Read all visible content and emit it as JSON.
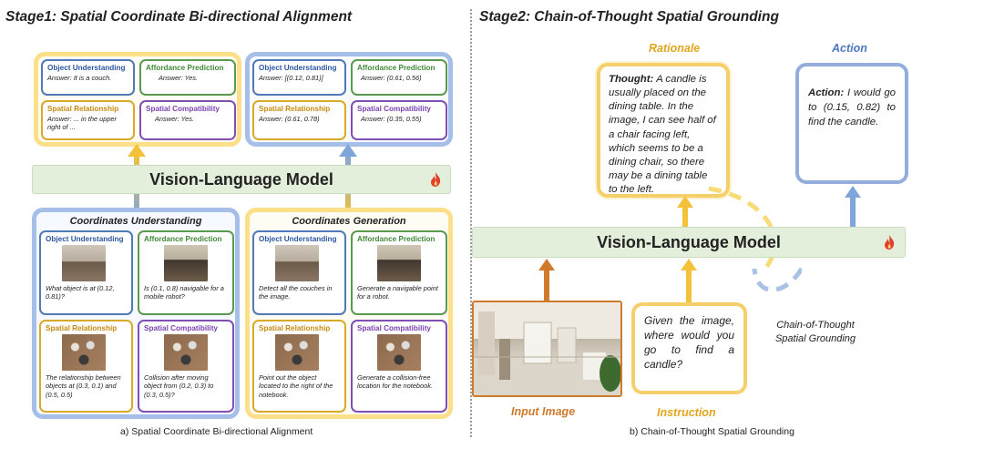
{
  "stage1": {
    "title": "Stage1: Spatial Coordinate Bi-directional Alignment",
    "top_left": [
      {
        "title": "Object Understanding",
        "answer": "Answer: It is a couch."
      },
      {
        "title": "Affordance Prediction",
        "answer": "Answer: Yes."
      },
      {
        "title": "Spatial Relationship",
        "answer": "Answer: ... in the upper right of ..."
      },
      {
        "title": "Spatial Compatibility",
        "answer": "Answer: Yes."
      }
    ],
    "top_right": [
      {
        "title": "Object Understanding",
        "answer": "Answer: [(0.12, 0.81)]"
      },
      {
        "title": "Affordance Prediction",
        "answer": "Answer: (0.61, 0.56)"
      },
      {
        "title": "Spatial Relationship",
        "answer": "Answer: (0.61, 0.78)"
      },
      {
        "title": "Spatial Compatibility",
        "answer": "Answer: (0.35,  0.55)"
      }
    ],
    "vlm_label": "Vision-Language Model",
    "understanding": {
      "heading": "Coordinates Understanding",
      "cards": [
        {
          "title": "Object Understanding",
          "text": "What object is at (0.12, 0.81)?"
        },
        {
          "title": "Affordance Prediction",
          "text": "Is (0.1, 0.8) navigable for a mobile robot?"
        },
        {
          "title": "Spatial Relationship",
          "text": "The relationship between objects at (0.3, 0.1) and (0.5, 0.5)"
        },
        {
          "title": "Spatial Compatibility",
          "text": "Collision after moving object from (0.2, 0.3) to (0.3, 0.5)?"
        }
      ]
    },
    "generation": {
      "heading": "Coordinates Generation",
      "cards": [
        {
          "title": "Object Understanding",
          "text": "Detect all the couches in the image."
        },
        {
          "title": "Affordance Prediction",
          "text": "Generate a navigable point for a robot."
        },
        {
          "title": "Spatial Relationship",
          "text": "Point out the object located to the right of the notebook."
        },
        {
          "title": "Spatial Compatibility",
          "text": "Generate a collision-free location for the notebook."
        }
      ]
    },
    "caption": "a) Spatial Coordinate Bi-directional Alignment"
  },
  "stage2": {
    "title": "Stage2: Chain-of-Thought Spatial Grounding",
    "rationale_label": "Rationale",
    "action_label": "Action",
    "thought_prefix": "Thought:",
    "thought_text": "A candle is usually placed on the dining table. In the image, I can see half of a chair facing left, which seems to be a dining chair, so there may be a dining table to the left.",
    "action_prefix": "Action:",
    "action_text": "I would go to (0.15, 0.82) to find the candle.",
    "vlm_label": "Vision-Language Model",
    "cot_label_line1": "Chain-of-Thought",
    "cot_label_line2": "Spatial Grounding",
    "instruction_text": "Given the image, where would you go to find a candle?",
    "input_image_label": "Input Image",
    "instruction_label": "Instruction",
    "caption": "b) Chain-of-Thought Spatial Grounding"
  },
  "colors": {
    "gold": "#d9a92a",
    "blue": "#4f79b8",
    "green": "#5a9a4e",
    "purple": "#7f4fb4",
    "orange": "#d07a2c",
    "fire": "#e0412a"
  },
  "icons": [
    "flame-icon",
    "arrow-up-icon"
  ]
}
